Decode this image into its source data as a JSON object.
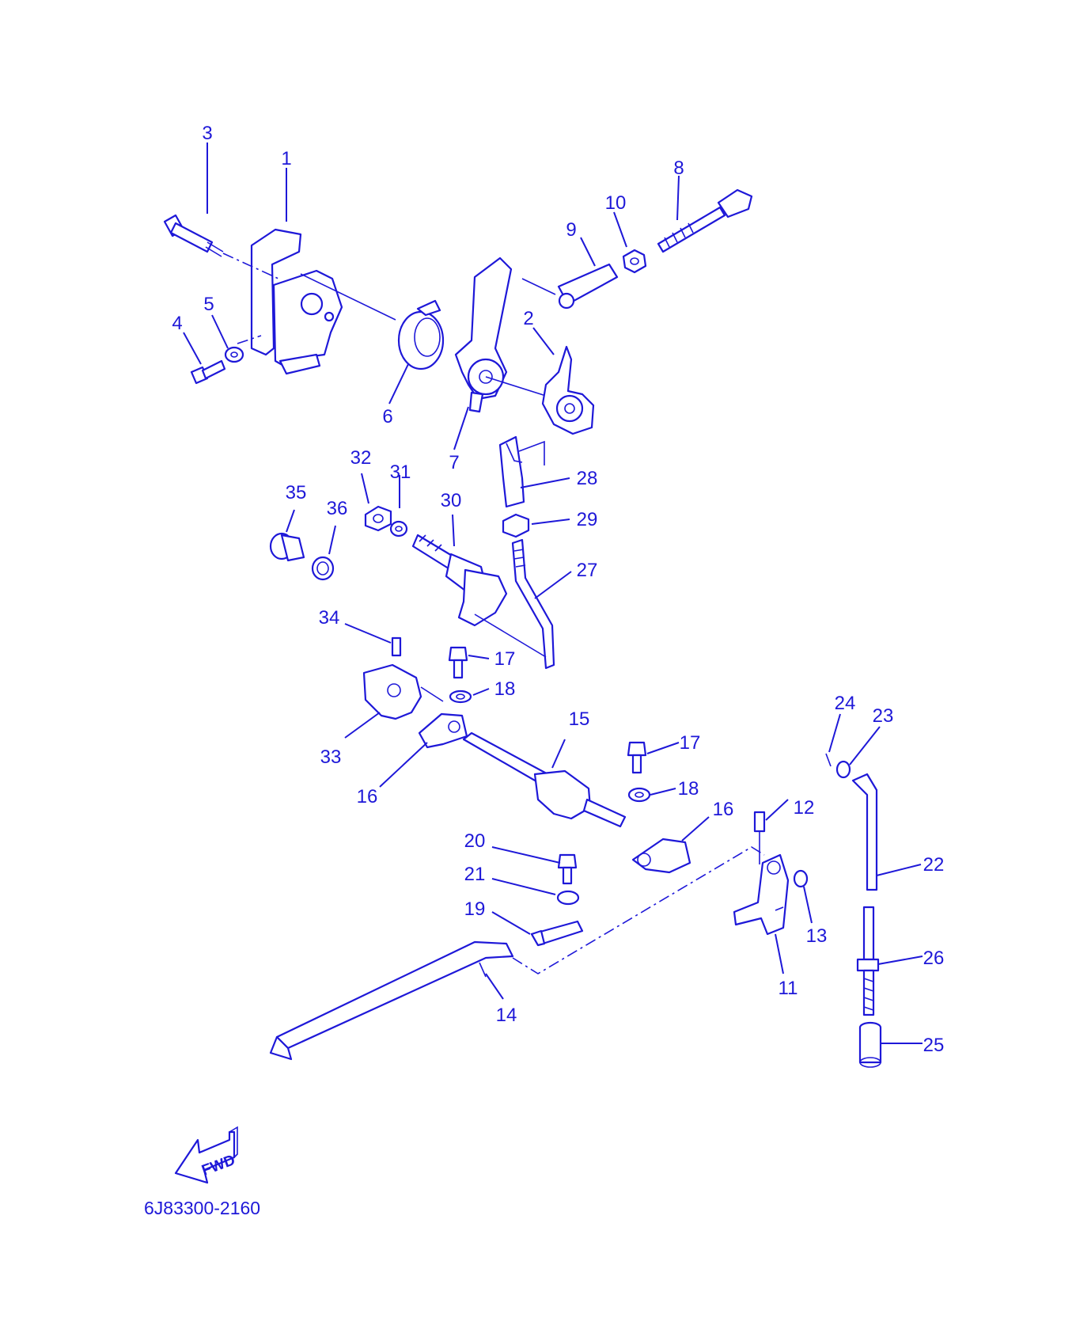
{
  "diagram": {
    "document_number": "6J83300-2160",
    "direction_label": "FWD",
    "accent_color": "#1e18d8",
    "callouts": {
      "c1": "1",
      "c2": "2",
      "c3": "3",
      "c4": "4",
      "c5": "5",
      "c6": "6",
      "c7": "7",
      "c8": "8",
      "c9": "9",
      "c10": "10",
      "c11": "11",
      "c12": "12",
      "c13": "13",
      "c14": "14",
      "c15": "15",
      "c16a": "16",
      "c16b": "16",
      "c17a": "17",
      "c17b": "17",
      "c18a": "18",
      "c18b": "18",
      "c19": "19",
      "c20": "20",
      "c21": "21",
      "c22": "22",
      "c23": "23",
      "c24": "24",
      "c25": "25",
      "c26": "26",
      "c27": "27",
      "c28": "28",
      "c29": "29",
      "c30": "30",
      "c31": "31",
      "c32": "32",
      "c33": "33",
      "c34": "34",
      "c35": "35",
      "c36": "36"
    }
  }
}
